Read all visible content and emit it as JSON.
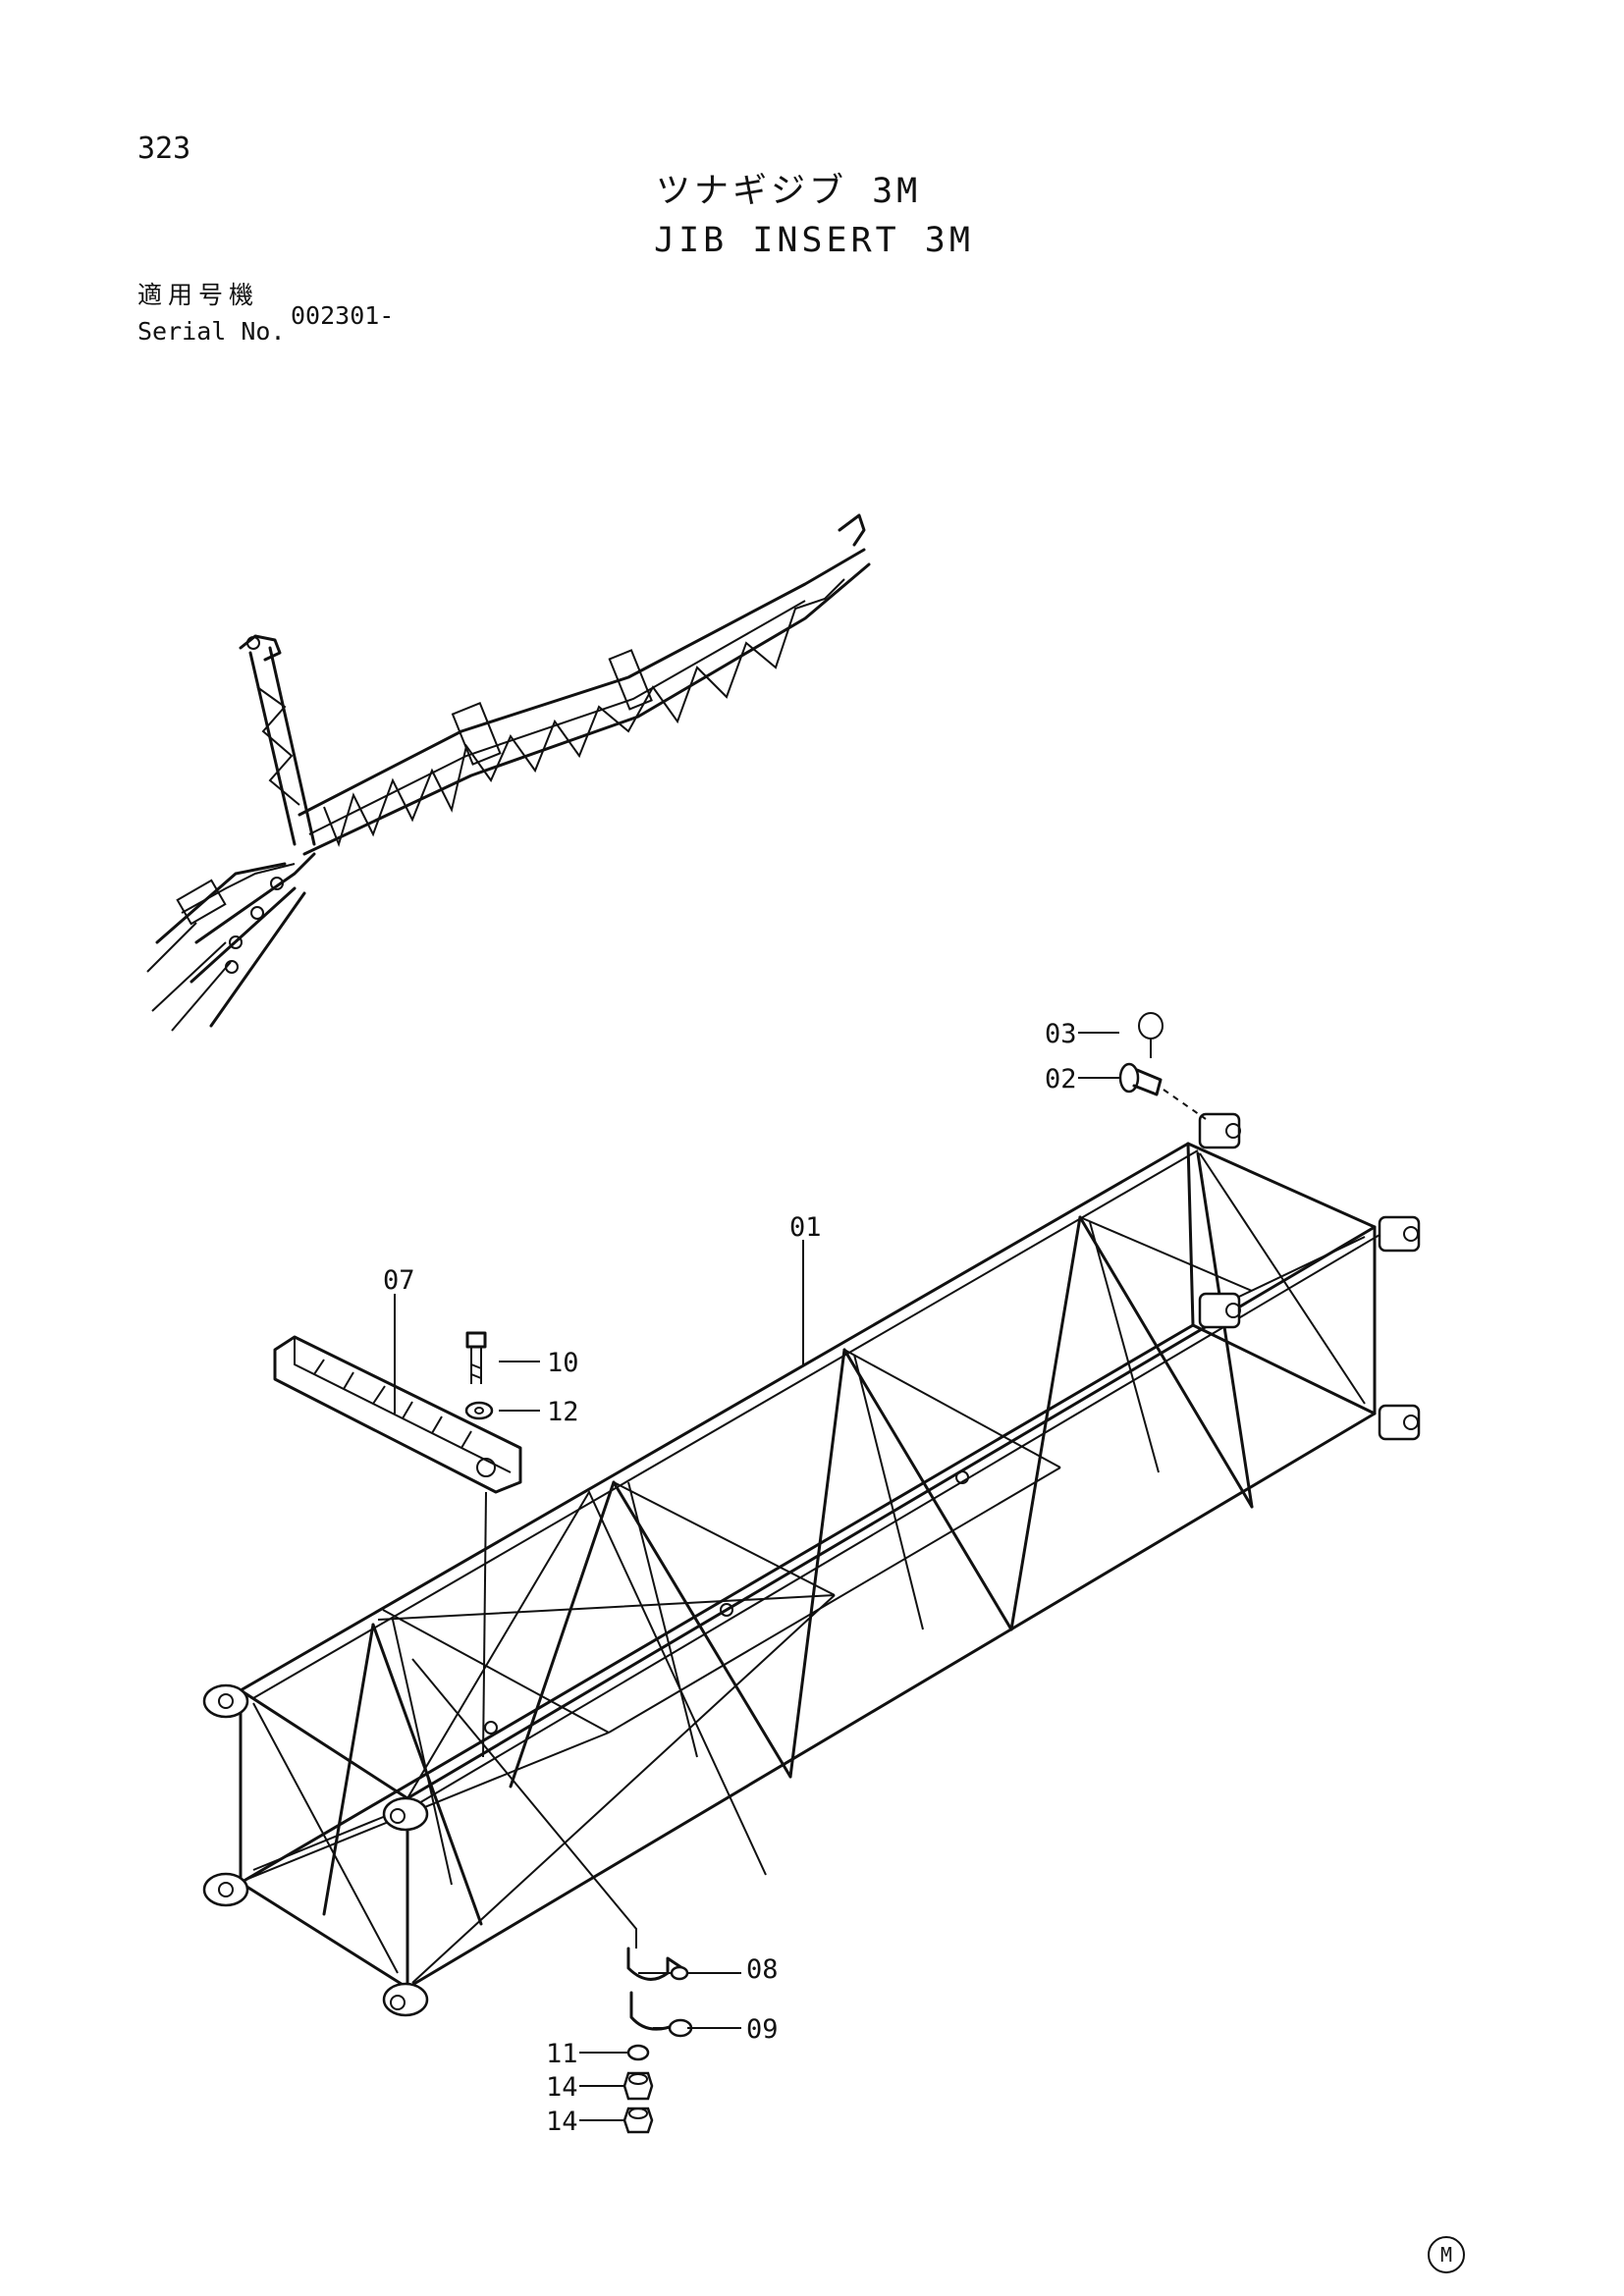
{
  "page_number": "323",
  "title_jp": "ツナギジブ 3M",
  "title_en": "JIB INSERT 3M",
  "serial_label_jp": "適用号機",
  "serial_label_en": "Serial No.",
  "serial_value": "002301-",
  "parts": {
    "p01": "01",
    "p02": "02",
    "p03": "03",
    "p07": "07",
    "p08": "08",
    "p09": "09",
    "p10": "10",
    "p11": "11",
    "p12": "12",
    "p14a": "14",
    "p14b": "14"
  },
  "corner_mark": "M"
}
